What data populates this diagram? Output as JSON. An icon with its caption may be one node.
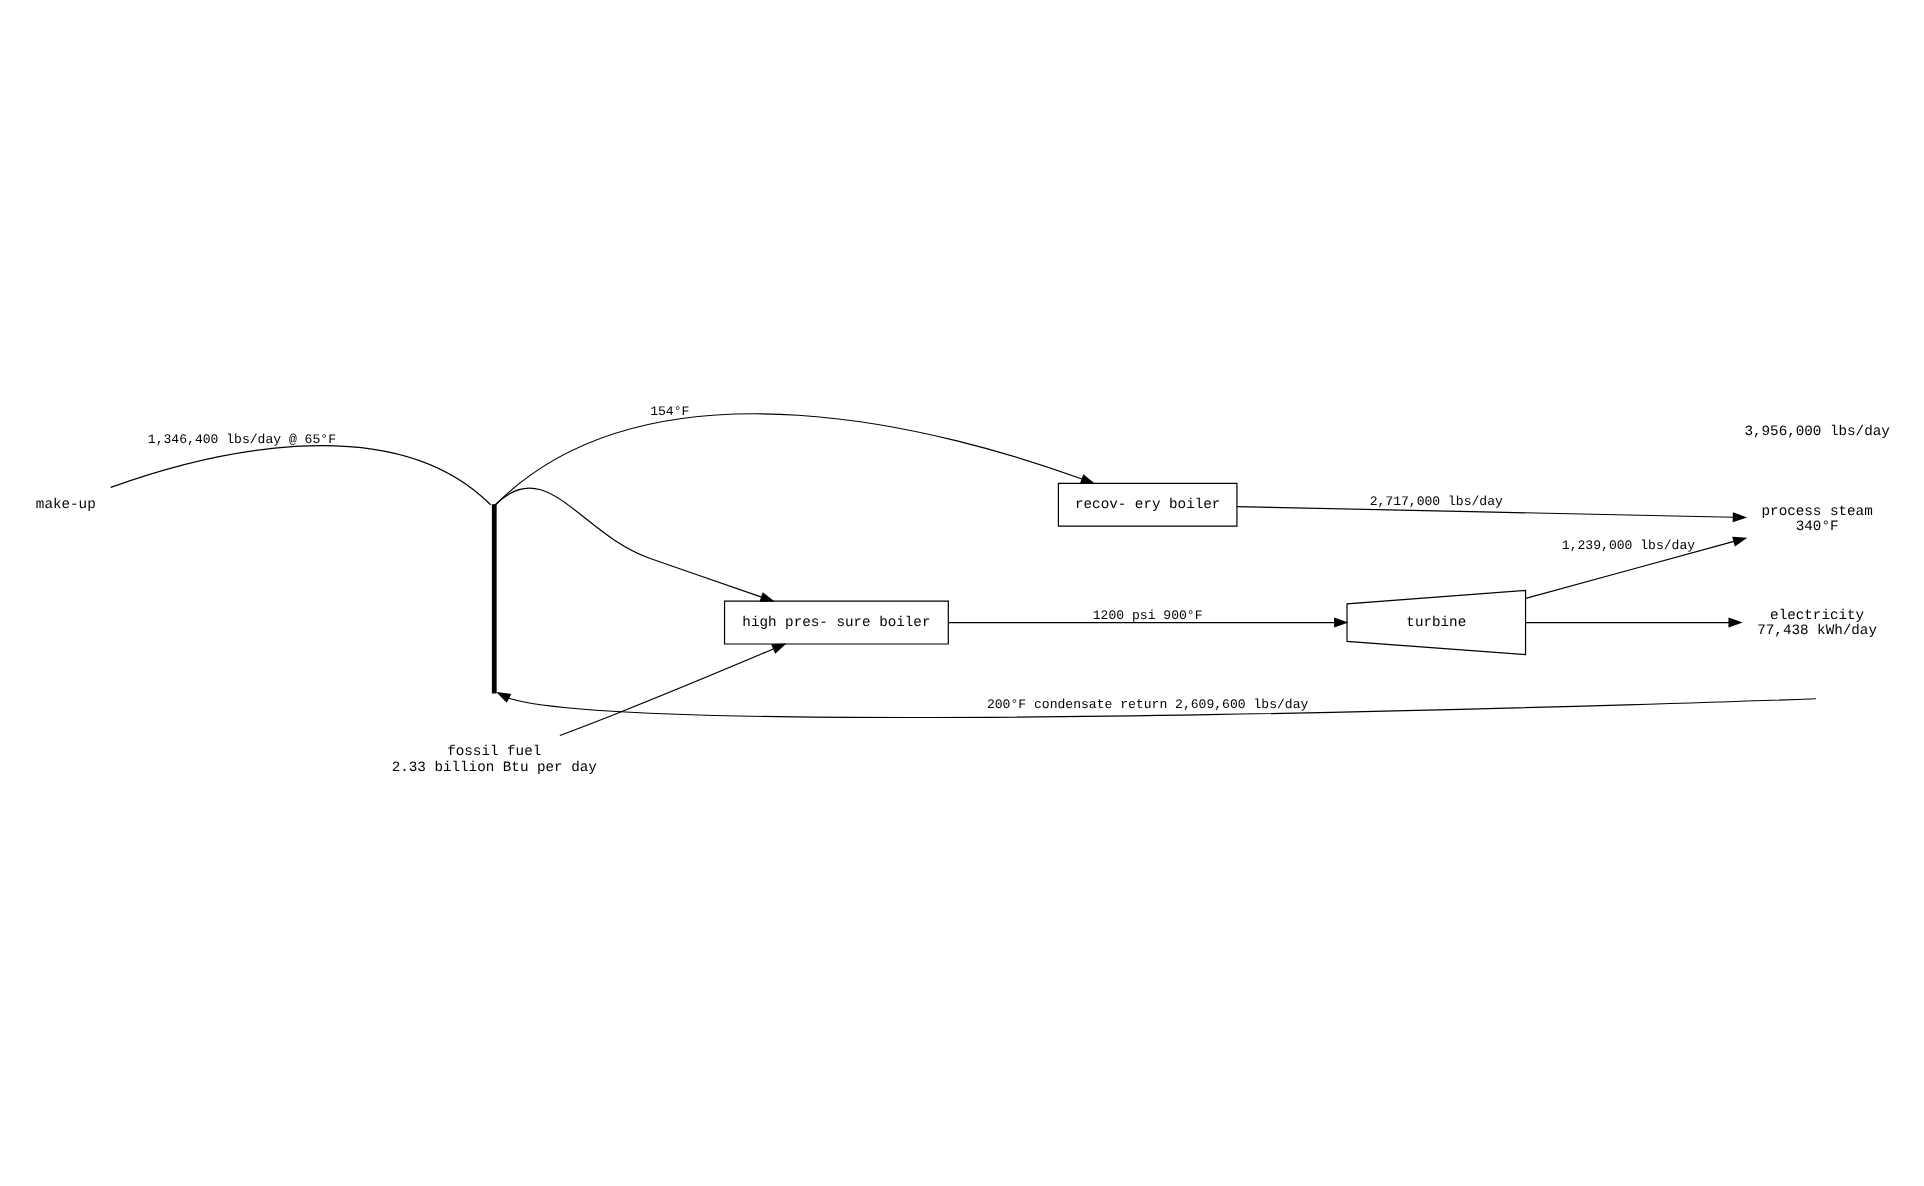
{
  "diagram": {
    "nodes": [
      {
        "text": [
          "high pres- sure boiler"
        ]
      },
      {
        "text": [
          "turbine"
        ]
      },
      {
        "text": [
          "recov- ery boiler"
        ]
      },
      {
        "text": [
          "fossil fuel",
          "2.33 billion Btu per day"
        ]
      },
      {
        "text": [
          "electricity",
          "77,438 kWh/day"
        ]
      },
      {
        "text": [
          "process steam",
          "340°F"
        ]
      },
      {
        "text": [],
        "shape": "bar"
      },
      {
        "text": [
          "make-up"
        ]
      }
    ],
    "edges": [
      {
        "from": 3,
        "to": 0,
        "arrow": "to"
      },
      {
        "from": 0,
        "to": 1,
        "arrow": "to",
        "label": "1200 psi 900°F"
      },
      {
        "from": 1,
        "to": 4,
        "arrow": "to"
      },
      {
        "from": 1,
        "to": 5,
        "arrow": "to",
        "label": "1,239,000 lbs/day"
      },
      {
        "from": 2,
        "to": 5,
        "arrow": "to",
        "label": "2,717,000 lbs/day"
      },
      {
        "from": null,
        "to": 6,
        "arrow": "to",
        "label": "200°F condensate return 2,609,600 lbs/day"
      },
      {
        "from": 7,
        "to": 6,
        "arrow": "none",
        "label": "1,346,400 lbs/day @ 65°F"
      },
      {
        "from": 6,
        "to": 0,
        "arrow": "to"
      },
      {
        "from": 6,
        "to": 2,
        "arrow": "to",
        "label": "154°F"
      }
    ],
    "labels": [
      "3,956,000 lbs/day"
    ]
  }
}
